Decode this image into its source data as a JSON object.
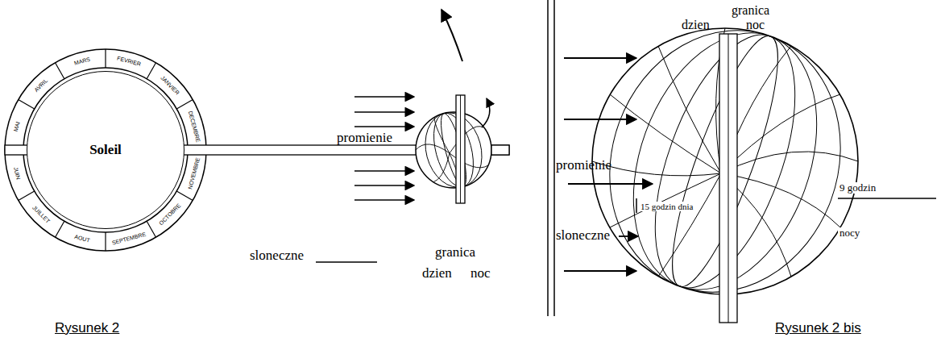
{
  "diagram": {
    "nodes": [
      {
        "text": [
          "Soleil"
        ]
      }
    ],
    "labels": [
      "promienie",
      "sloneczne",
      "granica",
      "dzien",
      "noc",
      "Rysunek 2",
      "granica",
      "dzien",
      "noc",
      "promienie",
      "15 godzin dnia",
      "sloneczne",
      "9 godzin",
      "nocy",
      "Rysunek 2 bis",
      "JANVIER",
      "FEVRIER",
      "MARS",
      "AVRIL",
      "MAI",
      "JUIN",
      "JUILLET",
      "AOUT",
      "SEPTEMBRE",
      "OCTOBRE",
      "NOVEMBRE",
      "DECEMBRE"
    ]
  }
}
